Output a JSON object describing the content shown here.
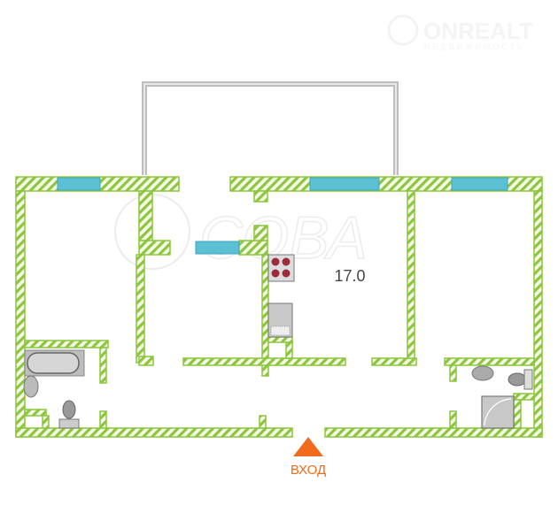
{
  "plan": {
    "room_area_label": "17.0",
    "entrance_label": "ВХОД",
    "watermark": "СОВА",
    "logo": {
      "name": "ONREALT",
      "subtitle": "НЕДВИЖИМОСТЬ"
    }
  },
  "colors": {
    "wall": "#8cc63f",
    "window": "#5bc0d3",
    "balcony": "#bdbdbd",
    "entrance": "#f26a1b",
    "fixture": "#c8c8c8",
    "stove_burner": "#9e2b3a"
  }
}
